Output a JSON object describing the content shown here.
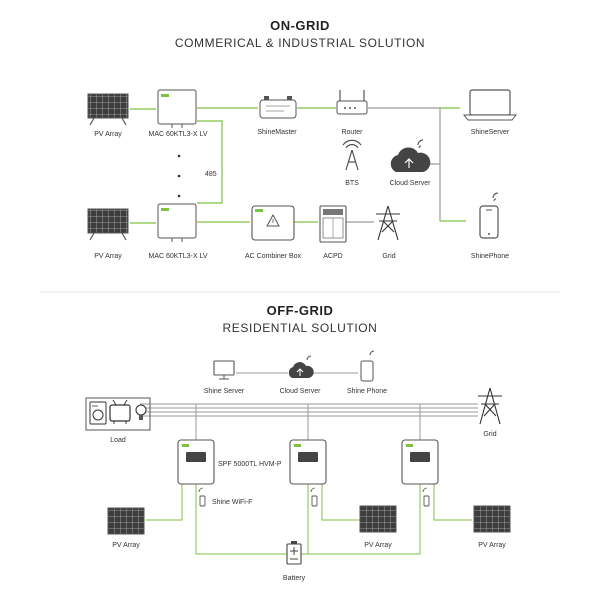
{
  "colors": {
    "accent": "#7dc242",
    "line_gray": "#9a9a9a",
    "device_stroke": "#555555",
    "text": "#333333"
  },
  "on_grid": {
    "title": "ON-GRID",
    "subtitle": "COMMERICAL & INDUSTRIAL SOLUTION",
    "pv_array_top": "PV Array",
    "pv_array_bottom": "PV Array",
    "inverter_top": "MAC 60KTL3-X LV",
    "inverter_bottom": "MAC 60KTL3-X LV",
    "bus_label": "485",
    "shinemaster": "ShineMaster",
    "router": "Router",
    "bts": "BTS",
    "cloud_server": "Cloud Server",
    "shineserver": "ShineServer",
    "shinephone": "ShinePhone",
    "ac_combiner": "AC Combiner Box",
    "acpd": "ACPD",
    "grid": "Grid"
  },
  "off_grid": {
    "title": "OFF-GRID",
    "subtitle": "RESIDENTIAL SOLUTION",
    "shine_server": "Shine Server",
    "cloud_server": "Cloud Server",
    "shine_phone": "Shine Phone",
    "load": "Load",
    "grid": "Grid",
    "inverter_model": "SPF 5000TL HVM-P",
    "wifi_module": "Shine WiFi-F",
    "pv_array_1": "PV Array",
    "pv_array_2": "PV Array",
    "pv_array_3": "PV Array",
    "battery": "Battery"
  },
  "icons": [
    "solar-panel-icon",
    "inverter-icon",
    "datalogger-icon",
    "router-icon",
    "tower-icon",
    "cloud-icon",
    "laptop-icon",
    "smartphone-icon",
    "combiner-box-icon",
    "cabinet-icon",
    "pylon-icon",
    "monitor-icon",
    "washing-machine-icon",
    "tv-icon",
    "bulb-icon",
    "battery-icon",
    "wifi-stick-icon"
  ]
}
